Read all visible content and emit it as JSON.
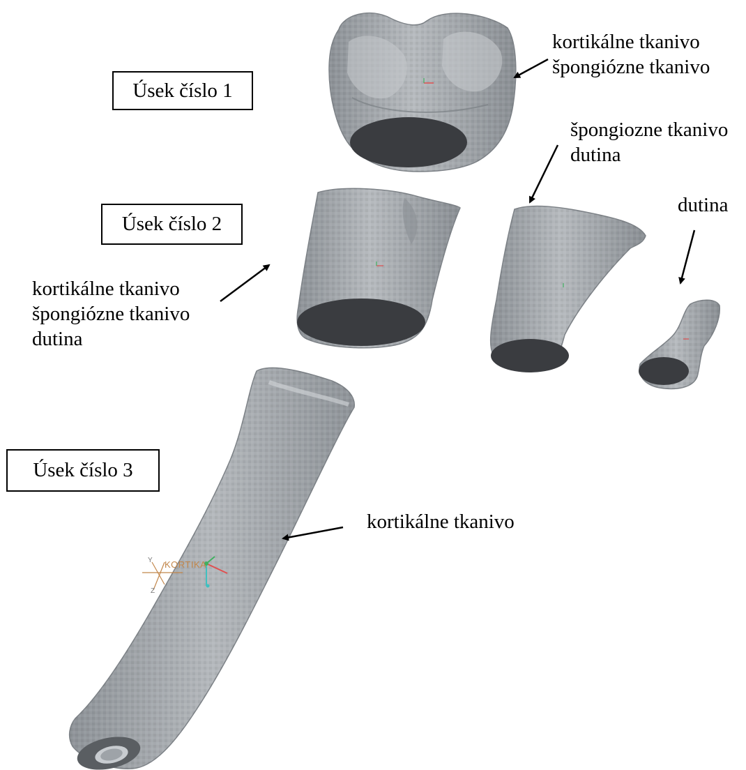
{
  "sections": [
    {
      "id": "1",
      "label": "Úsek číslo 1"
    },
    {
      "id": "2",
      "label": "Úsek číslo 2"
    },
    {
      "id": "3",
      "label": "Úsek číslo 3"
    }
  ],
  "annotations": {
    "s1": [
      "kortikálne tkanivo",
      "špongiózne tkanivo"
    ],
    "s2_middle": [
      "špongiozne tkanivo",
      "dutina"
    ],
    "s2_right": [
      "dutina"
    ],
    "s2_left": [
      "kortikálne tkanivo",
      "špongiózne tkanivo",
      "dutina"
    ],
    "s3": [
      "kortikálne tkanivo"
    ]
  },
  "coordinate_system": {
    "name": "KORTIKA",
    "axis_y": "Y",
    "axis_z": "Z"
  },
  "colors": {
    "bone_fill": "#9ea3a8",
    "bone_dark": "#3a3c40",
    "bone_edge": "#6e7378",
    "arrow": "#000000"
  }
}
